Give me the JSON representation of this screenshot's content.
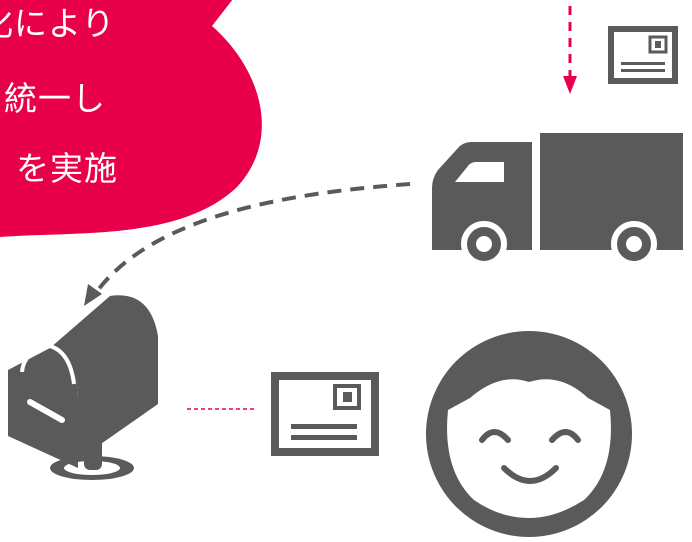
{
  "callout": {
    "lines": [
      "化により",
      "を統一し",
      "を実施"
    ],
    "color": "#e8004a"
  },
  "icons": {
    "truck": "truck-icon",
    "postcard_top": "postcard-icon",
    "postcard_bottom": "postcard-icon",
    "mailbox": "mailbox-icon",
    "smiley": "smiley-face-icon",
    "down_arrow": "dashed-arrow-down-icon",
    "curved_arrow": "dashed-curved-arrow-icon"
  },
  "colors": {
    "icon": "#5a5a5a",
    "accent": "#e8004a",
    "background": "#ffffff"
  }
}
